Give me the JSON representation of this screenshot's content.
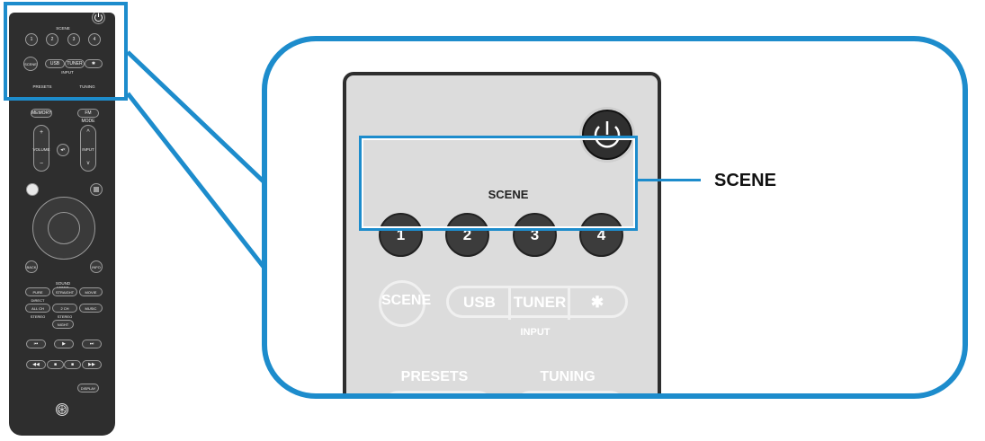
{
  "remote": {
    "top": {
      "scene_label": "SCENE",
      "scene_buttons": [
        "1",
        "2",
        "3",
        "4"
      ],
      "scene_btn": "SCENE",
      "inputs": [
        "USB",
        "TUNER",
        "✱"
      ],
      "input_label": "INPUT",
      "presets": "PRESETS",
      "tuning": "TUNING"
    },
    "memory": "MEMORY",
    "fm_mode": "FM MODE",
    "volume": "VOLUME",
    "input": "INPUT",
    "plus": "+",
    "minus": "−",
    "up": "^",
    "down": "v",
    "mute": "◂×",
    "back": "BACK",
    "info": "INFO",
    "sound_mode": "SOUND MODE",
    "row1": [
      "PURE DIRECT",
      "STRAIGHT",
      "MOVIE"
    ],
    "row2": [
      "ALL CH STEREO",
      "2 CH STEREO",
      "MUSIC"
    ],
    "night": "NIGHT",
    "transport1": [
      "⏮",
      "▶",
      "⏭"
    ],
    "transport2": [
      "◀◀",
      "■",
      "■",
      "▶▶"
    ],
    "display": "DISPLAY"
  },
  "zoom": {
    "power_icon": "power-icon",
    "scene_title": "SCENE",
    "scene_buttons": [
      "1",
      "2",
      "3",
      "4"
    ],
    "scene_btn": "SCENE",
    "inputs": [
      "USB",
      "TUNER",
      "✱"
    ],
    "input_label": "INPUT",
    "presets": "PRESETS",
    "tuning": "TUNING",
    "arrows": [
      "<",
      ">",
      "<",
      ">"
    ]
  },
  "callout": {
    "label": "SCENE"
  },
  "colors": {
    "highlight": "#1d8ccc",
    "remote_body": "#2e2e2e"
  }
}
